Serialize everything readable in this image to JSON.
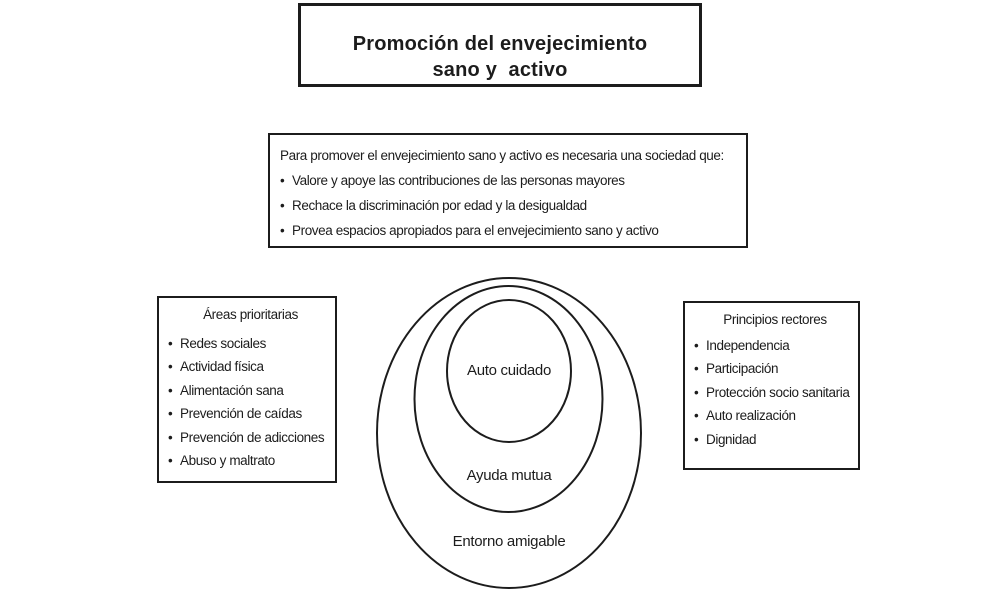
{
  "figure": {
    "title_lines": [
      "Promoción del envejecimiento",
      "sano y  activo"
    ]
  },
  "intro_box": {
    "lead": "Para promover el envejecimiento sano y activo es necesaria una sociedad que:",
    "bullets": [
      "Valore y apoye las contribuciones de las personas mayores",
      "Rechace la discriminación por edad y la desigualdad",
      "Provea espacios apropiados para el envejecimiento sano y activo"
    ]
  },
  "priority_areas": {
    "title": "Áreas prioritarias",
    "items": [
      "Redes sociales",
      "Actividad física",
      "Alimentación sana",
      "Prevención de caídas",
      "Prevención de adicciones",
      "Abuso y maltrato"
    ]
  },
  "guiding_principles": {
    "title": "Principios rectores",
    "items": [
      "Independencia",
      "Participación",
      "Protección socio sanitaria",
      "Auto realización",
      "Dignidad"
    ]
  },
  "venn": {
    "inner_label": "Auto cuidado",
    "middle_label": "Ayuda mutua",
    "outer_label": "Entorno amigable"
  },
  "bullet_char": "•",
  "colors": {
    "ink": "#1c1c1c",
    "background": "#ffffff"
  }
}
